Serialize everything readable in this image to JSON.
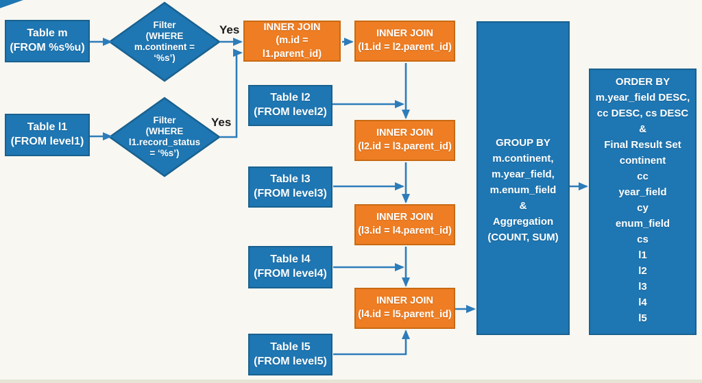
{
  "diagram": {
    "nodes": {
      "table_m": {
        "label": "Table m\n(FROM %s%u)"
      },
      "filter_continent": {
        "label": "Filter\n(WHERE\nm.continent =\n‘%s’)"
      },
      "table_l1": {
        "label": "Table l1\n(FROM level1)"
      },
      "filter_record_status": {
        "label": "Filter\n(WHERE\nl1.record_status\n= ‘%s’)"
      },
      "join_m_l1": {
        "label": "INNER JOIN\n(m.id = l1.parent_id)"
      },
      "join_l1_l2": {
        "label": "INNER JOIN\n(l1.id = l2.parent_id)"
      },
      "table_l2": {
        "label": "Table l2\n(FROM level2)"
      },
      "join_l2_l3": {
        "label": "INNER JOIN\n(l2.id = l3.parent_id)"
      },
      "table_l3": {
        "label": "Table l3\n(FROM level3)"
      },
      "join_l3_l4": {
        "label": "INNER JOIN\n(l3.id = l4.parent_id)"
      },
      "table_l4": {
        "label": "Table l4\n(FROM level4)"
      },
      "join_l4_l5": {
        "label": "INNER JOIN\n(l4.id = l5.parent_id)"
      },
      "table_l5": {
        "label": "Table l5\n(FROM level5)"
      },
      "group_by": {
        "label": "GROUP BY\nm.continent,\nm.year_field,\nm.enum_field\n&\nAggregation\n(COUNT, SUM)"
      },
      "order_by": {
        "label": "ORDER BY\nm.year_field DESC,\ncc DESC, cs DESC\n&\nFinal Result Set\ncontinent\ncc\nyear_field\ncy\nenum_field\ncs\nl1\nl2\nl3\nl4\nl5"
      }
    },
    "edge_labels": {
      "yes_continent": "Yes",
      "yes_record_status": "Yes"
    },
    "colors": {
      "table_fill": "#1e76b2",
      "table_border": "#19618f",
      "join_fill": "#ee7d23",
      "join_border": "#c96a12",
      "arrow": "#2d7cba",
      "background": "#f8f7f2",
      "label_text": "#ffffff",
      "yes_text": "#1c1c1c"
    }
  }
}
